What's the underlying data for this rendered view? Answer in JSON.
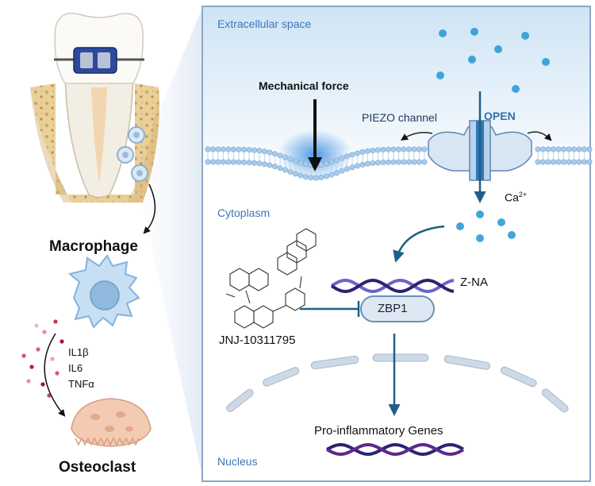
{
  "left": {
    "macrophage_label": "Macrophage",
    "osteoclast_label": "Osteoclast",
    "cytokines": [
      "IL1β",
      "IL6",
      "TNFα"
    ]
  },
  "panel": {
    "extracellular_label": "Extracellular space",
    "cytoplasm_label": "Cytoplasm",
    "nucleus_label": "Nucleus",
    "mechanical_force_label": "Mechanical force",
    "piezo_label": "PIEZO channel",
    "open_label": "OPEN",
    "calcium_label": "Ca",
    "calcium_charge": "2+",
    "zna_label": "Z-NA",
    "zbp1_label": "ZBP1",
    "inhibitor_label": "JNJ-10311795",
    "genes_label": "Pro-inflammatory Genes"
  },
  "colors": {
    "panel_border": "#8ea7c8",
    "region_text": "#3a78b8",
    "arrow": "#1f5f86",
    "dna_dark": "#2b2470",
    "dna_light": "#6a63c9",
    "dna_purple": "#5a2a8a",
    "ca_ion": "#2e9bd6",
    "membrane": "#a9cbea"
  }
}
